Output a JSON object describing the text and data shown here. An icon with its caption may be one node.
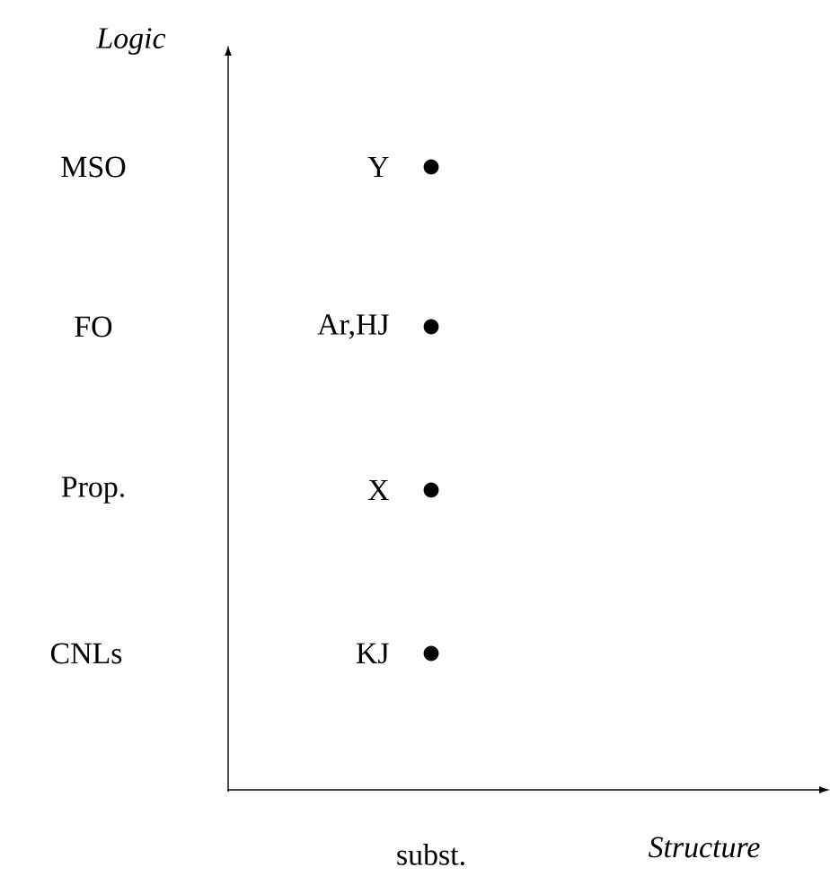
{
  "diagram": {
    "labels": [
      "Logic",
      "MSO",
      "Y",
      "FO",
      "Ar,HJ",
      "Prop.",
      "X",
      "CNLs",
      "KJ",
      "subst.",
      "Structure"
    ]
  }
}
